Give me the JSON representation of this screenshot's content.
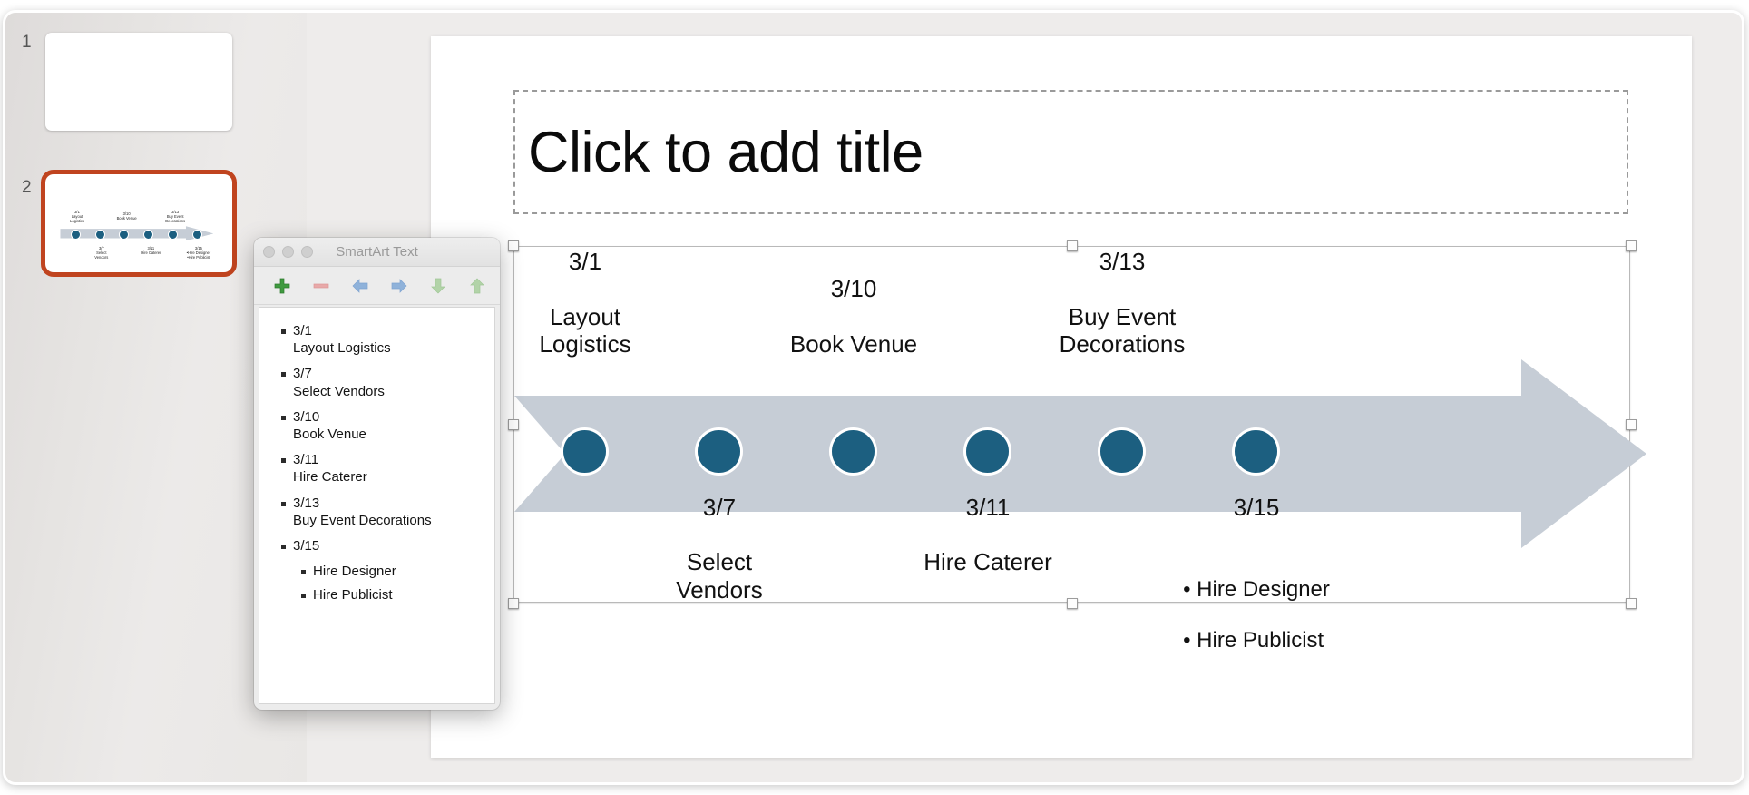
{
  "app": {
    "background_color": "#f2f1f0"
  },
  "navigator": {
    "slides": [
      {
        "number": "1",
        "selected": false,
        "has_content": false
      },
      {
        "number": "2",
        "selected": true,
        "has_content": true
      }
    ],
    "selection_color": "#c0441f"
  },
  "canvas": {
    "toggle_tab_icon": "triangle-right-icon",
    "title_placeholder": "Click to add title"
  },
  "smartart": {
    "arrow_color": "#c6cdd6",
    "node_color": "#1c5f80",
    "node_ring_color": "#ffffff",
    "nodes": [
      {
        "date": "3/1",
        "task": "Layout\nLogistics",
        "position": "above",
        "bullets": []
      },
      {
        "date": "3/7",
        "task": "Select\nVendors",
        "position": "below",
        "bullets": []
      },
      {
        "date": "3/10",
        "task": "Book Venue",
        "position": "above",
        "bullets": []
      },
      {
        "date": "3/11",
        "task": "Hire Caterer",
        "position": "below",
        "bullets": []
      },
      {
        "date": "3/13",
        "task": "Buy Event\nDecorations",
        "position": "above",
        "bullets": []
      },
      {
        "date": "3/15",
        "task": "",
        "position": "below",
        "bullets": [
          "Hire Designer",
          "Hire Publicist"
        ]
      }
    ]
  },
  "panel": {
    "title": "SmartArt Text",
    "window_controls": [
      "close-button",
      "minimize-button",
      "zoom-button"
    ],
    "toolbar": [
      {
        "name": "add-shape-button",
        "icon": "plus-icon",
        "color": "#3f9a3f"
      },
      {
        "name": "remove-shape-button",
        "icon": "minus-icon",
        "color": "#e8a9a9"
      },
      {
        "name": "promote-button",
        "icon": "arrow-left-icon",
        "color": "#8fb2da"
      },
      {
        "name": "demote-button",
        "icon": "arrow-right-icon",
        "color": "#8fb2da"
      },
      {
        "name": "move-down-button",
        "icon": "arrow-down-icon",
        "color": "#b2d3a8"
      },
      {
        "name": "move-up-button",
        "icon": "arrow-up-icon",
        "color": "#b2d3a8"
      }
    ],
    "items": [
      {
        "level": 1,
        "date": "3/1",
        "task": "Layout Logistics"
      },
      {
        "level": 1,
        "date": "3/7",
        "task": "Select Vendors"
      },
      {
        "level": 1,
        "date": "3/10",
        "task": "Book Venue"
      },
      {
        "level": 1,
        "date": "3/11",
        "task": "Hire Caterer"
      },
      {
        "level": 1,
        "date": "3/13",
        "task": "Buy Event Decorations"
      },
      {
        "level": 1,
        "date": "3/15",
        "task": ""
      },
      {
        "level": 2,
        "date": "",
        "task": "Hire Designer"
      },
      {
        "level": 2,
        "date": "",
        "task": "Hire Publicist"
      }
    ]
  }
}
